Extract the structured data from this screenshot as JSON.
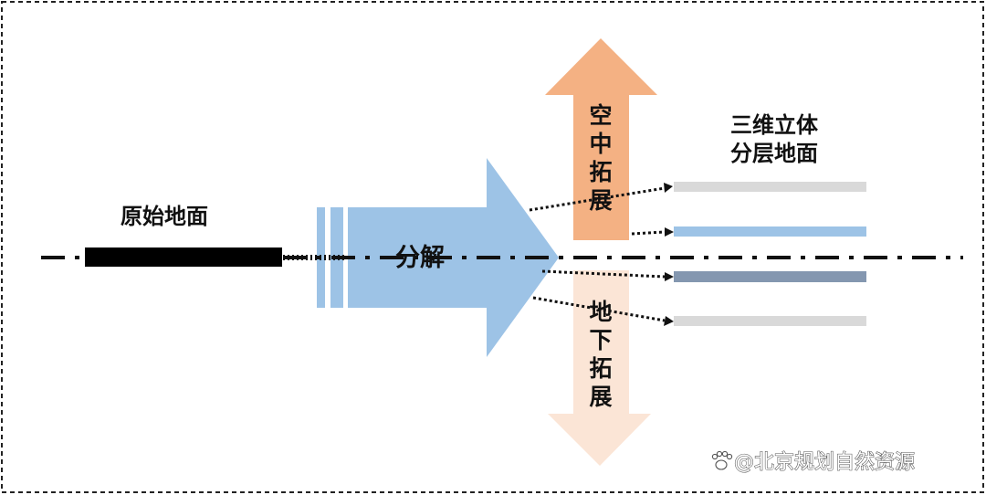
{
  "diagram": {
    "labels": {
      "original_ground": "原始地面",
      "decompose": "分解",
      "aerial_expansion": "空中拓展",
      "underground_expansion": "地下拓展",
      "layered_line1": "三维立体",
      "layered_line2": "分层地面"
    },
    "watermark": "@北京规划自然资源",
    "colors": {
      "main_arrow": "#9dc3e6",
      "up_arrow": "#f4b183",
      "down_arrow": "#fbe5d6",
      "ground_bar": "#000000",
      "layer_gray": "#d9d9d9",
      "layer_blue": "#9dc3e6",
      "layer_slate": "#8497b0"
    },
    "icons": [
      "paw-icon"
    ]
  }
}
